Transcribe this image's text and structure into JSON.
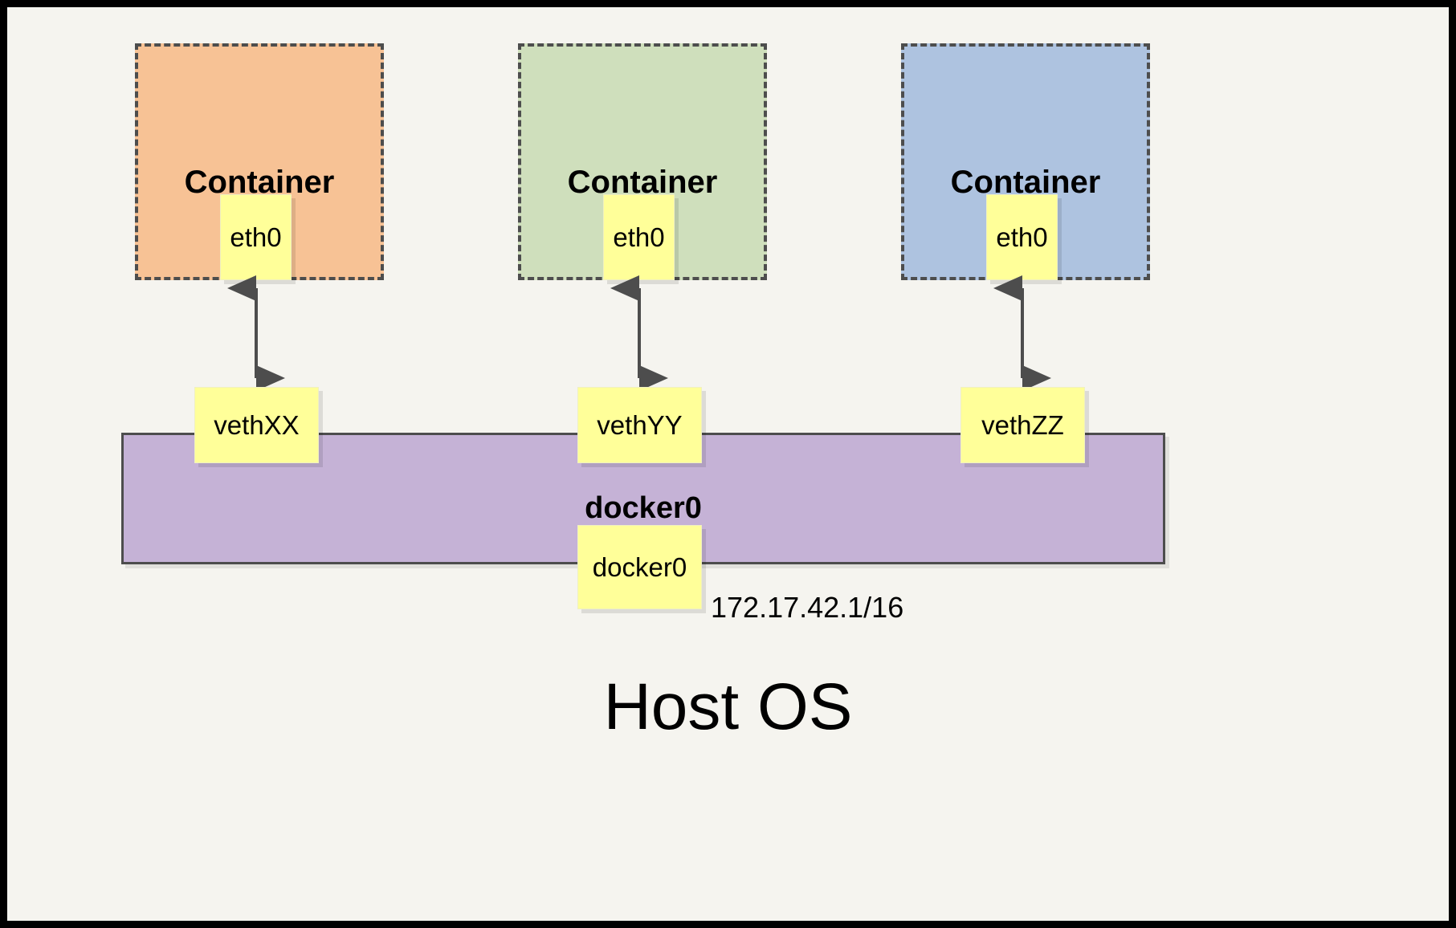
{
  "diagram": {
    "title_bottom": "Host OS",
    "background_color": "#f5f4ef",
    "frame_color": "#000000",
    "containers": [
      {
        "label": "Container",
        "fill_color": "#f7c295",
        "border_color": "#4d4d4d",
        "interface": {
          "label": "eth0",
          "fill_color": "#ffff99"
        }
      },
      {
        "label": "Container",
        "fill_color": "#cfdfbc",
        "border_color": "#4d4d4d",
        "interface": {
          "label": "eth0",
          "fill_color": "#ffff99"
        }
      },
      {
        "label": "Container",
        "fill_color": "#aec3e0",
        "border_color": "#4d4d4d",
        "interface": {
          "label": "eth0",
          "fill_color": "#ffff99"
        }
      }
    ],
    "veth_pairs": [
      {
        "label": "vethXX",
        "fill_color": "#ffff99"
      },
      {
        "label": "vethYY",
        "fill_color": "#ffff99"
      },
      {
        "label": "vethZZ",
        "fill_color": "#ffff99"
      }
    ],
    "bridge": {
      "label": "docker0",
      "interface_label": "docker0",
      "ip_address": "172.17.42.1/16",
      "fill_color": "#c5b2d6",
      "border_color": "#4d4d4d"
    },
    "links": [
      {
        "from": "eth0",
        "to": "vethXX",
        "style": "double-arrow",
        "color": "#4d4d4d"
      },
      {
        "from": "eth0",
        "to": "vethYY",
        "style": "double-arrow",
        "color": "#4d4d4d"
      },
      {
        "from": "eth0",
        "to": "vethZZ",
        "style": "double-arrow",
        "color": "#4d4d4d"
      }
    ]
  }
}
